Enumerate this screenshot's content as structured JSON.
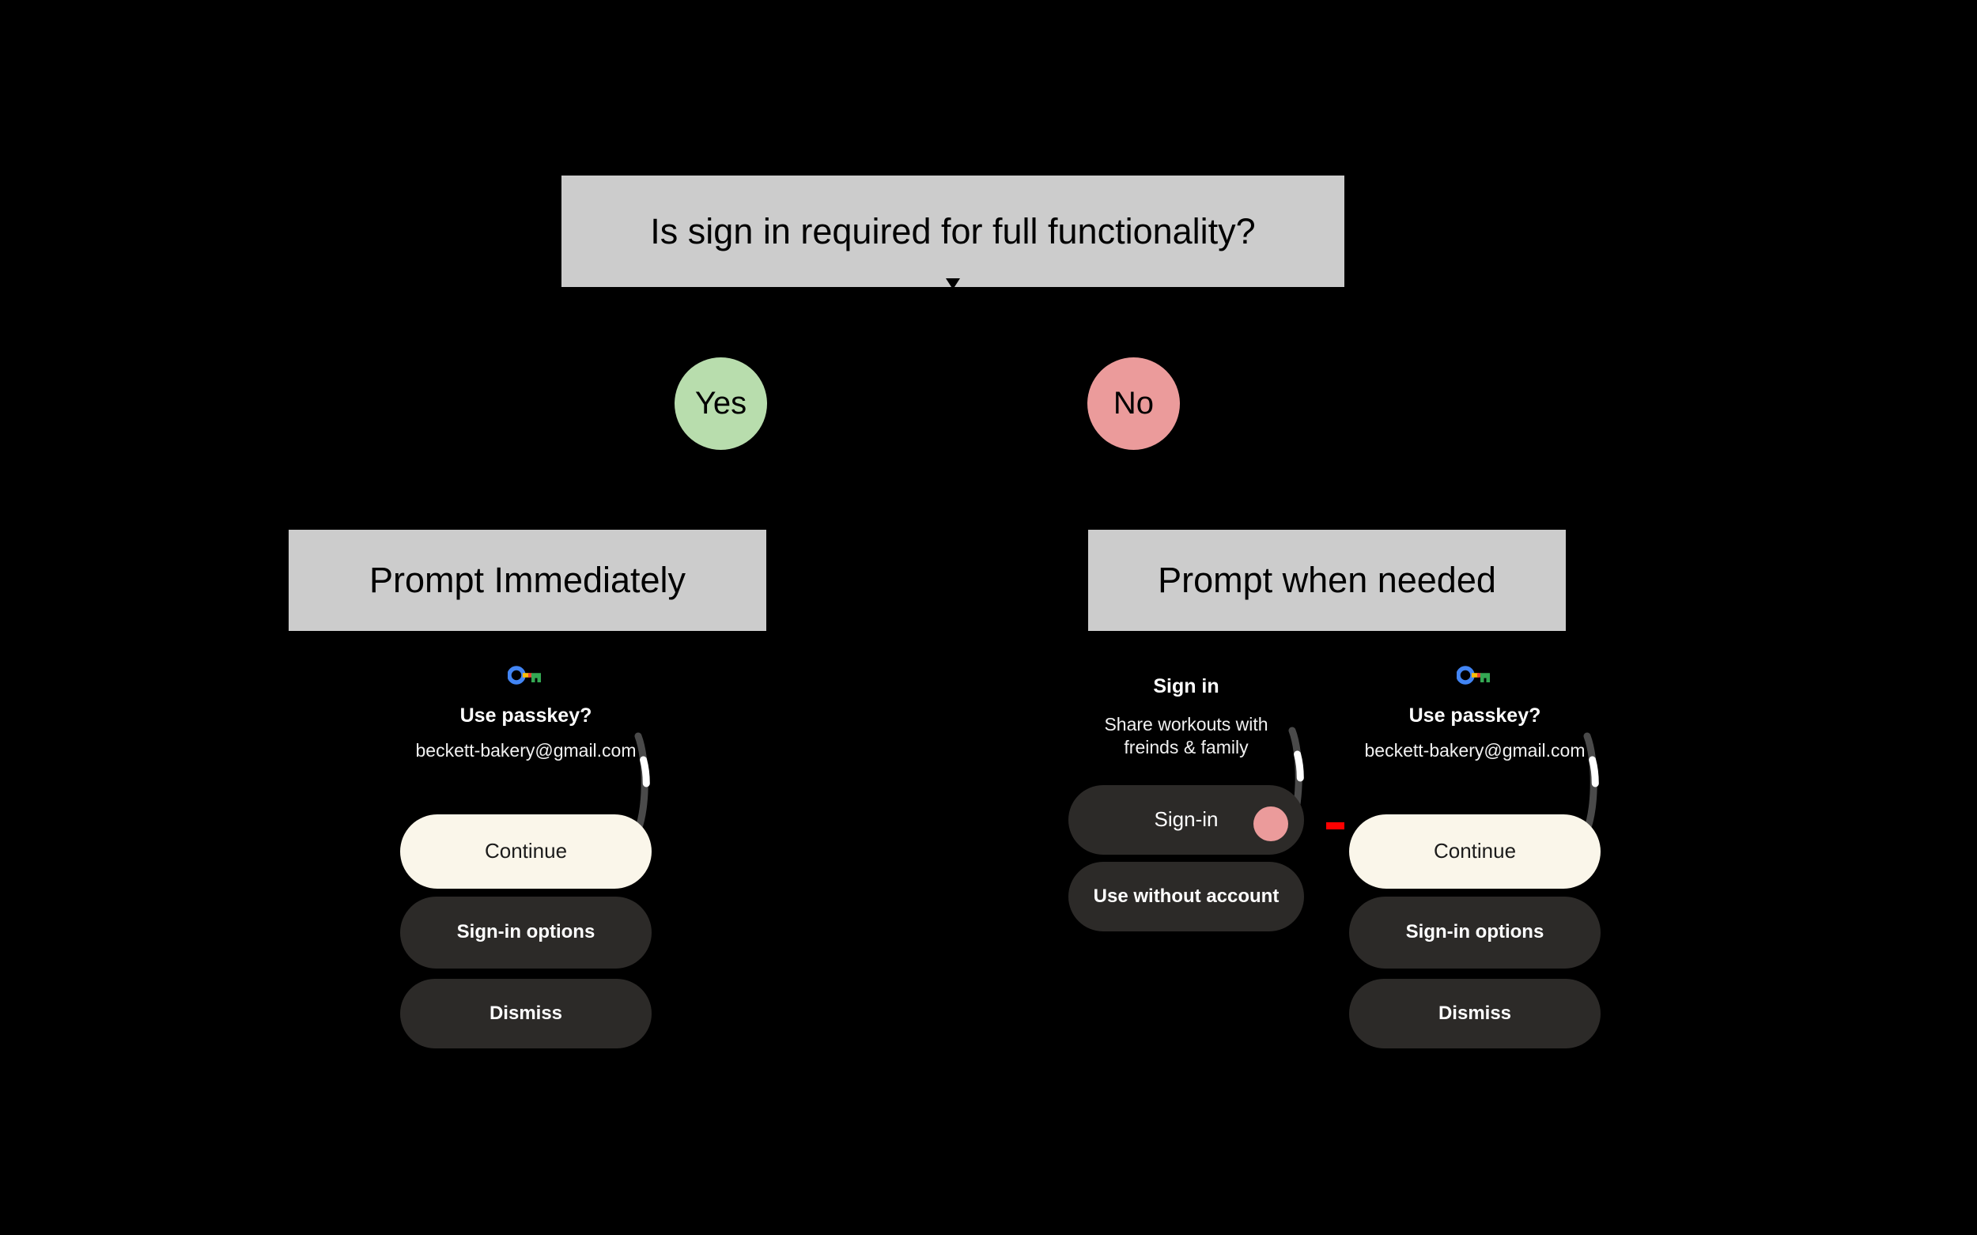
{
  "diagram": {
    "title": "Is sign in required for full functionality?",
    "background_color": "#000000",
    "box_fill": "#cccccc",
    "boxes": {
      "question": "Is sign in required for full functionality?",
      "prompt_immediately": "Prompt Immediately",
      "prompt_when_needed": "Prompt when needed"
    },
    "branches": {
      "yes": {
        "label": "Yes",
        "color": "#b8ddad"
      },
      "no": {
        "label": "No",
        "color": "#eb9b9b"
      }
    }
  },
  "cards": {
    "left_passkey": {
      "icon": "google-passkey-icon",
      "title": "Use passkey?",
      "account": "beckett-bakery@gmail.com",
      "buttons": [
        {
          "label": "Continue",
          "style": "primary"
        },
        {
          "label": "Sign-in options",
          "style": "secondary"
        },
        {
          "label": "Dismiss",
          "style": "secondary"
        }
      ]
    },
    "middle_signin": {
      "title": "Sign in",
      "subtitle": "Share workouts with freinds & family",
      "buttons": [
        {
          "label": "Sign-in",
          "style": "secondary",
          "touch_indicator": true
        },
        {
          "label": "Use without account",
          "style": "secondary"
        }
      ]
    },
    "right_passkey": {
      "icon": "google-passkey-icon",
      "title": "Use passkey?",
      "account": "beckett-bakery@gmail.com",
      "buttons": [
        {
          "label": "Continue",
          "style": "primary"
        },
        {
          "label": "Sign-in options",
          "style": "secondary"
        },
        {
          "label": "Dismiss",
          "style": "secondary"
        }
      ]
    }
  },
  "annotations": {
    "flow_arrow_color": "#fe0000"
  },
  "colors": {
    "primary_button": "#faf6ea",
    "secondary_button": "#2c2a28",
    "touch_indicator": "#eb9b9b",
    "screen_background": "#000000",
    "text_on_dark": "#ffffff"
  }
}
